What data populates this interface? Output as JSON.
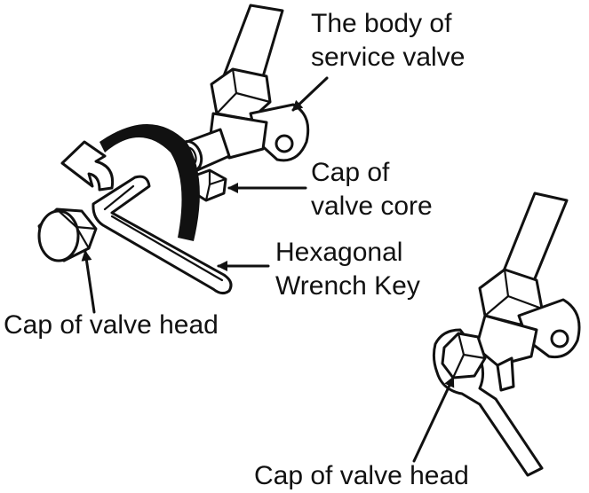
{
  "labels": {
    "body_of_service_valve": [
      "The body of",
      "service valve"
    ],
    "cap_of_valve_core": [
      "Cap of",
      "valve core"
    ],
    "hexagonal_wrench_key": [
      "Hexagonal",
      "Wrench Key"
    ],
    "cap_of_valve_head_left": "Cap of valve head",
    "cap_of_valve_head_right": "Cap of valve head"
  }
}
